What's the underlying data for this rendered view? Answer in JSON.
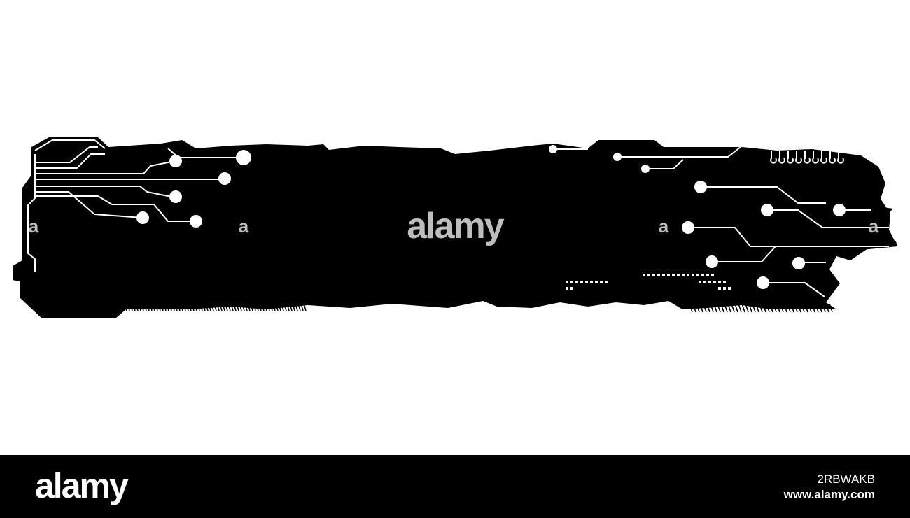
{
  "colors": {
    "background": "#ffffff",
    "banner_fill": "#000000",
    "circuit": "#ffffff",
    "watermark": "#bdbdbd",
    "footer_bg": "#000000",
    "footer_text": "#ffffff"
  },
  "watermark": {
    "main": "alamy",
    "small_mark": "a"
  },
  "footer": {
    "logo": "alamy",
    "image_id": "2RBWAKB",
    "url": "www.alamy.com"
  }
}
